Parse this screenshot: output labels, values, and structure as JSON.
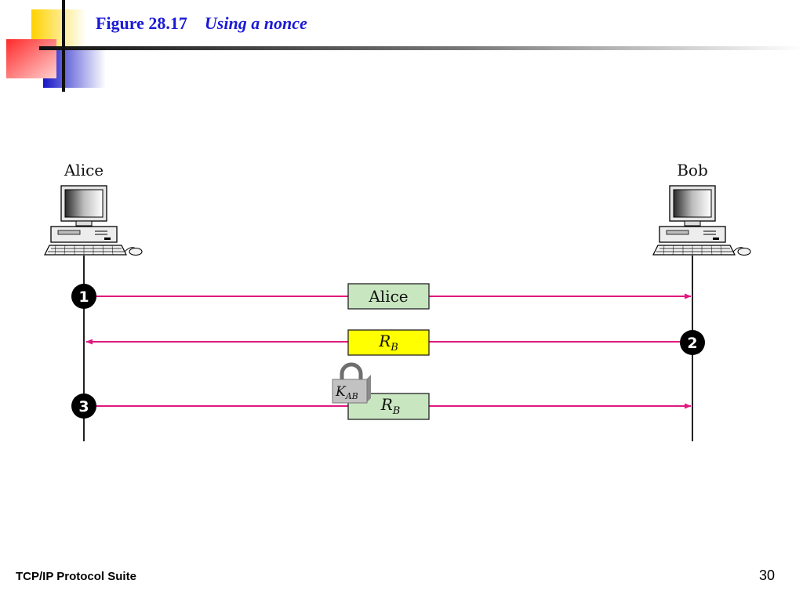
{
  "slide": {
    "figure_label": "Figure 28.17",
    "figure_title": "Using a nonce",
    "footer_left": "TCP/IP Protocol Suite",
    "page_number": "30"
  },
  "diagram": {
    "parties": {
      "left": "Alice",
      "right": "Bob"
    },
    "steps": [
      {
        "number": "1",
        "message": "Alice",
        "direction": "alice-to-bob"
      },
      {
        "number": "2",
        "message_main": "R",
        "message_sub": "B",
        "direction": "bob-to-alice"
      },
      {
        "number": "3",
        "message_main": "R",
        "message_sub": "B",
        "direction": "alice-to-bob"
      }
    ],
    "key_lock": {
      "main": "K",
      "sub": "AB",
      "icon": "padlock-icon"
    },
    "colors": {
      "arrow": "#e0197e",
      "box_green": "#c8e6c0",
      "box_yellow": "#ffff00",
      "title_blue": "#1a1ad6"
    }
  }
}
